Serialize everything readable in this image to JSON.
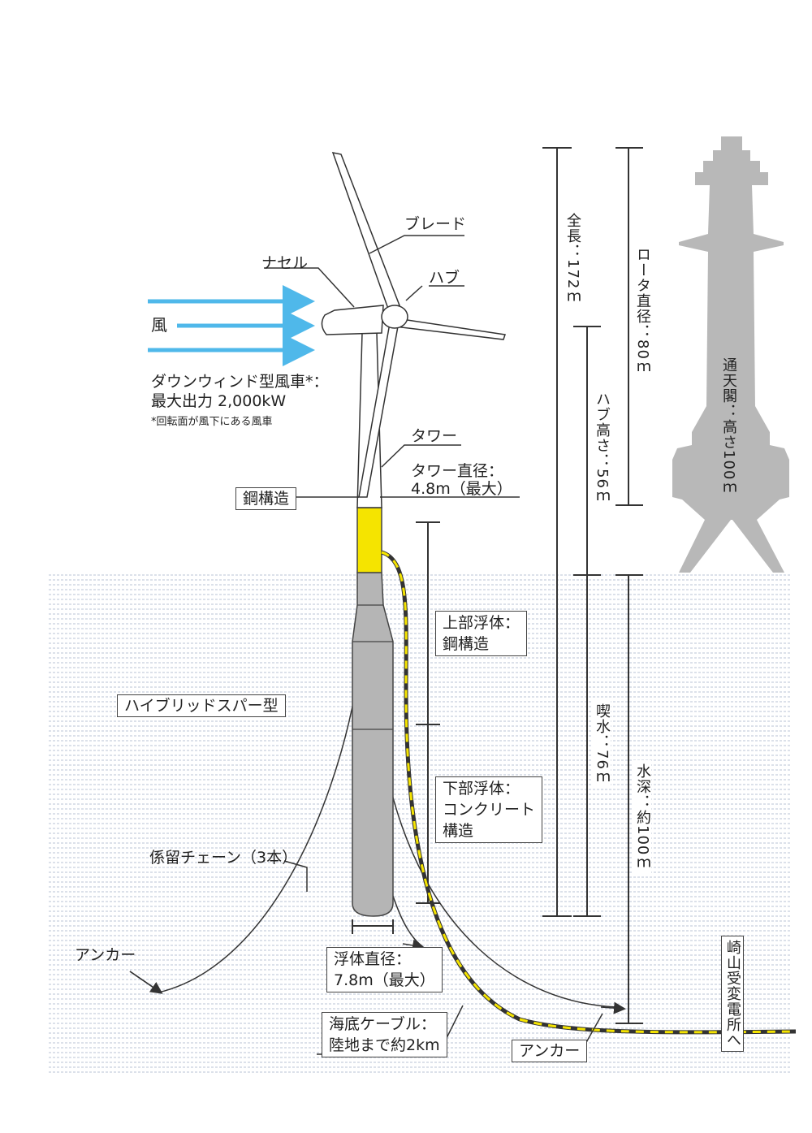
{
  "colors": {
    "wind_arrow": "#4fb8ea",
    "tower_yellow": "#f5e400",
    "grey_structure": "#b8b8b8",
    "water_line": "#b9c3d6",
    "cable_dash": "#f5e400"
  },
  "labels": {
    "blade": "ブレード",
    "nacelle": "ナセル",
    "hub": "ハブ",
    "wind": "風",
    "downwind_line1": "ダウンウィンド型風車*：",
    "downwind_line2": "最大出力 2,000kW",
    "downwind_note": "*回転面が風下にある風車",
    "tower": "タワー",
    "tower_diameter_line1": "タワー直径：",
    "tower_diameter_line2": "4.8m（最大）",
    "steel_structure": "鋼構造",
    "upper_float_line1": "上部浮体：",
    "upper_float_line2": "鋼構造",
    "hybrid_spar": "ハイブリッドスパー型",
    "lower_float_line1": "下部浮体：",
    "lower_float_line2": "コンクリート",
    "lower_float_line3": "構造",
    "mooring_chain": "係留チェーン（3本）",
    "anchor_left": "アンカー",
    "float_diameter_line1": "浮体直径：",
    "float_diameter_line2": "7.8m（最大）",
    "sea_cable_line1": "海底ケーブル：",
    "sea_cable_line2": "陸地まで約2km",
    "anchor_bottom": "アンカー",
    "substation": "崎山受変電所へ",
    "total_length": "全長：172ｍ",
    "rotor_diameter": "ロータ直径：80ｍ",
    "hub_height": "ハブ高さ：56ｍ",
    "draft": "喫水：76ｍ",
    "water_depth": "水深：約100ｍ",
    "tsutenkaku": "通天閣：高さ100ｍ"
  }
}
